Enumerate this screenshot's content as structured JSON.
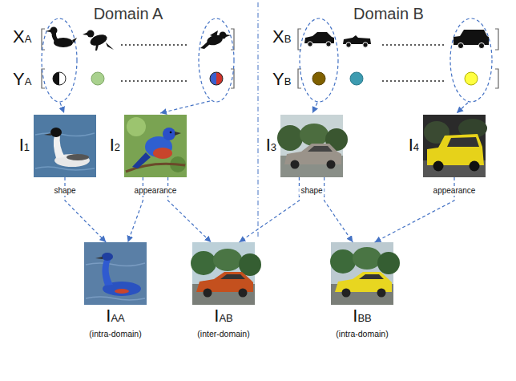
{
  "diagram": {
    "nodes": [
      {
        "text": [
          "I1"
        ]
      },
      {
        "text": [
          "I2"
        ]
      },
      {
        "text": [
          "I3"
        ]
      },
      {
        "text": [
          "I4"
        ]
      },
      {
        "text": [
          "IAA",
          "(intra-domain)"
        ]
      },
      {
        "text": [
          "IAB",
          "(inter-domain)"
        ]
      },
      {
        "text": [
          "IBB",
          "(intra-domain)"
        ]
      }
    ],
    "edges": [
      {
        "from": 0,
        "to": 4,
        "arrow": "to",
        "label": "shape"
      },
      {
        "from": 1,
        "to": 4,
        "arrow": "to",
        "label": "appearance"
      },
      {
        "from": 1,
        "to": 5,
        "arrow": "to"
      },
      {
        "from": 2,
        "to": 5,
        "arrow": "to",
        "label": "shape"
      },
      {
        "from": 2,
        "to": 6,
        "arrow": "to"
      },
      {
        "from": 3,
        "to": 6,
        "arrow": "to",
        "label": "appearance"
      }
    ],
    "labels": [
      "Domain A",
      "Domain B",
      "XA",
      "YA",
      "XB",
      "YB"
    ]
  }
}
